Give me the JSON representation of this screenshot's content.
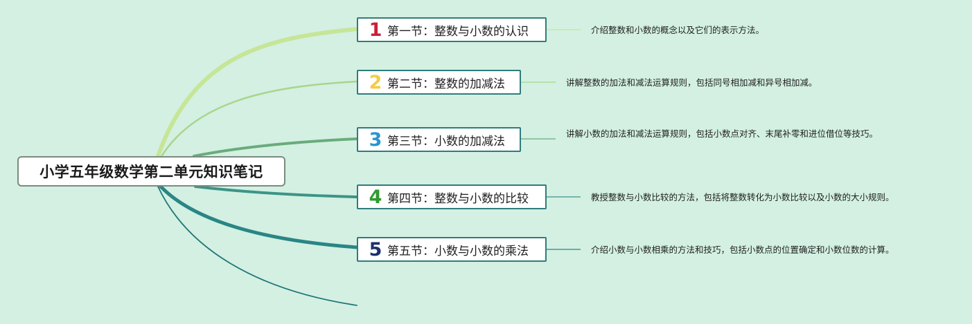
{
  "root": {
    "title": "小学五年级数学第二单元知识笔记"
  },
  "sections": [
    {
      "number": "1",
      "number_color": "#cc1f3a",
      "branch_color": "#c6e597",
      "title": "第一节：整数与小数的认识",
      "description": "介绍整数和小数的概念以及它们的表示方法。"
    },
    {
      "number": "2",
      "number_color": "#f2cc46",
      "branch_color": "#a9d58a",
      "title": "第二节：整数的加减法",
      "description": "讲解整数的加法和减法运算规则，包括同号相加减和异号相加减。"
    },
    {
      "number": "3",
      "number_color": "#2a95cf",
      "branch_color": "#6aab7c",
      "title": "第三节：小数的加减法",
      "description": "讲解小数的加法和减法运算规则，包括小数点对齐、末尾补零和进位借位等技巧。"
    },
    {
      "number": "4",
      "number_color": "#2e9a2e",
      "branch_color": "#3c9488",
      "title": "第四节：整数与小数的比较",
      "description": "教授整数与小数比较的方法，包括将整数转化为小数比较以及小数的大小规则。"
    },
    {
      "number": "5",
      "number_color": "#1c2f6e",
      "branch_color": "#2a8585",
      "title": "第五节：小数与小数的乘法",
      "description": "介绍小数与小数相乘的方法和技巧，包括小数点的位置确定和小数位数的计算。"
    }
  ],
  "extra_branch_color": "#1f7675"
}
